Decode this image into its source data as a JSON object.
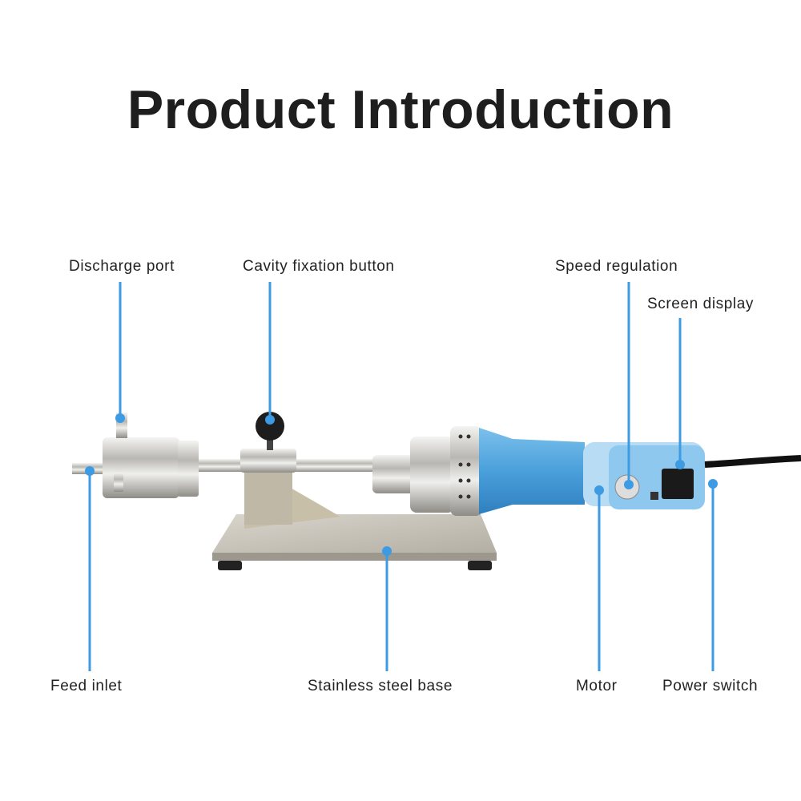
{
  "title": "Product Introduction",
  "labels": {
    "discharge_port": "Discharge port",
    "cavity_fixation_button": "Cavity fixation button",
    "speed_regulation": "Speed regulation",
    "screen_display": "Screen display",
    "feed_inlet": "Feed inlet",
    "stainless_steel_base": "Stainless steel base",
    "motor": "Motor",
    "power_switch": "Power switch"
  },
  "colors": {
    "callout": "#3c9be3",
    "motor_body": "#5aa9df",
    "steel": "#c9c5bd"
  }
}
